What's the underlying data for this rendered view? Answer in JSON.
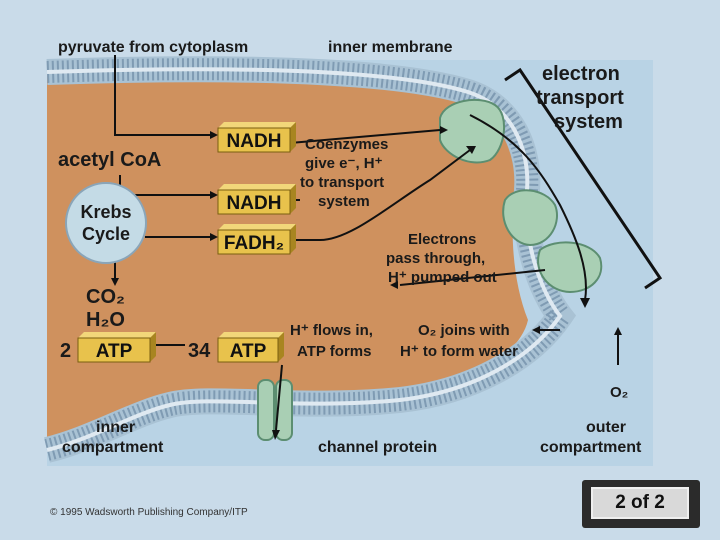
{
  "labels": {
    "pyruvate": "pyruvate from cytoplasm",
    "inner_membrane": "inner membrane",
    "ets_line1": "electron",
    "ets_line2": "transport",
    "ets_line3": "system",
    "acetyl": "acetyl CoA",
    "coenzymes_line1": "Coenzymes",
    "coenzymes_line2": "give e⁻, H⁺",
    "coenzymes_line3": "to transport",
    "coenzymes_line4": "system",
    "krebs_line1": "Krebs",
    "krebs_line2": "Cycle",
    "electrons_line1": "Electrons",
    "electrons_line2": "pass through,",
    "electrons_line3": "H⁺  pumped out",
    "co2": "CO₂",
    "h2o": "H₂O",
    "two": "2",
    "thirtyfour": "34",
    "hflows_line1": "H⁺ flows in,",
    "hflows_line2": "ATP forms",
    "o2joins_line1": "O₂ joins with",
    "o2joins_line2": "H⁺ to form water",
    "o2": "O₂",
    "inner_comp_line1": "inner",
    "inner_comp_line2": "compartment",
    "channel": "channel protein",
    "outer_comp_line1": "outer",
    "outer_comp_line2": "compartment"
  },
  "boxes": {
    "nadh1": "NADH",
    "nadh2": "NADH",
    "fadh2": "FADH₂",
    "atp_left": "ATP",
    "atp_right": "ATP"
  },
  "navigation": {
    "page_indicator": "2 of 2"
  },
  "footer": {
    "copyright": "© 1995 Wadsworth Publishing Company/ITP"
  },
  "colors": {
    "background": "#c9dbe9",
    "matrix": "#cf915e",
    "membrane_band": "#a9c2d4",
    "protein": "#a9cfb4",
    "box_fill": "#e8c24c",
    "krebs": "#c4dbe6"
  }
}
